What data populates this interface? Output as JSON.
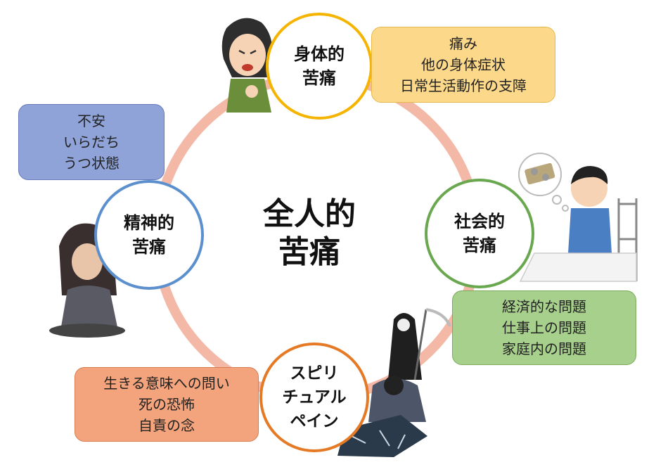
{
  "center": {
    "line1": "全人的",
    "line2": "苦痛"
  },
  "nodes": {
    "physical": {
      "line1": "身体的",
      "line2": "苦痛"
    },
    "social": {
      "line1": "社会的",
      "line2": "苦痛"
    },
    "mental": {
      "line1": "精神的",
      "line2": "苦痛"
    },
    "spiritual": {
      "line1": "スピリ",
      "line2": "チュアル",
      "line3": "ペイン"
    }
  },
  "boxes": {
    "physical": [
      "痛み",
      "他の身体症状",
      "日常生活動作の支障"
    ],
    "mental": [
      "不安",
      "いらだち",
      "うつ状態"
    ],
    "social": [
      "経済的な問題",
      "仕事上の問題",
      "家庭内の問題"
    ],
    "spiritual": [
      "生きる意味への問い",
      "死の恐怖",
      "自責の念"
    ]
  },
  "colors": {
    "ring": "#f4b8a6",
    "physical": "#f4b400",
    "social": "#6aa84f",
    "mental": "#5b8fce",
    "spiritual": "#e57a26"
  }
}
